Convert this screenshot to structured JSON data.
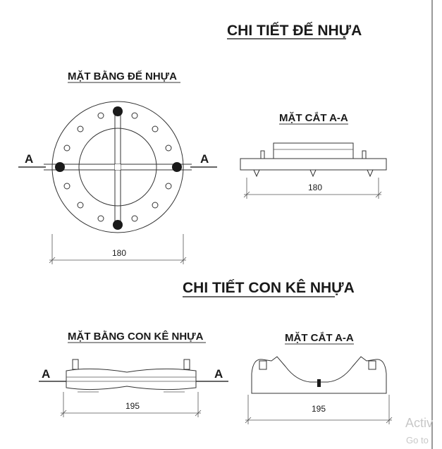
{
  "top_section": {
    "title": "CHI TIẾT ĐẾ NHỰA",
    "plan_title": "MẶT BẰNG ĐẾ NHỰA",
    "section_title": "MẶT CẮT A-A",
    "plan_dimension": "180",
    "section_dimension": "180",
    "cut_label_left": "A",
    "cut_label_right": "A"
  },
  "bottom_section": {
    "title": "CHI TIẾT CON KÊ NHỰA",
    "plan_title": "MẶT BẰNG CON KÊ NHỰA",
    "section_title": "MẶT CẮT A-A",
    "plan_dimension": "195",
    "section_dimension": "195",
    "cut_label_left": "A",
    "cut_label_right": "A"
  },
  "watermark": {
    "line1": "Activ",
    "line2": "Go to"
  }
}
